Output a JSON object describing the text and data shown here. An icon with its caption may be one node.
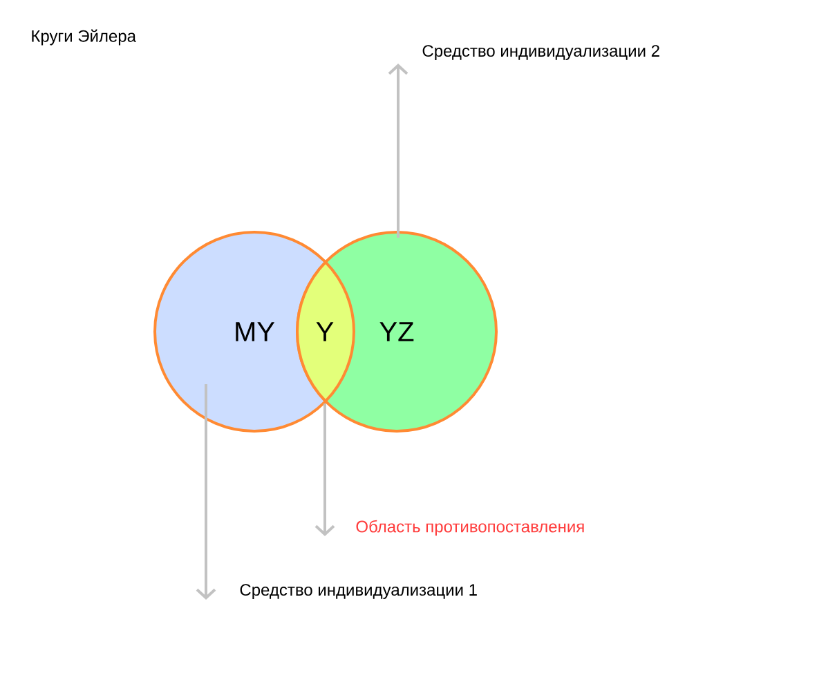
{
  "diagram": {
    "title": "Круги Эйлера",
    "nodes": [
      {
        "text": [
          "MY"
        ]
      },
      {
        "text": [
          "YZ"
        ]
      },
      {
        "text": [
          "Y"
        ]
      },
      {
        "text": [
          "Средство индивидуализации 2"
        ]
      },
      {
        "text": [
          "Область противопоставления"
        ]
      },
      {
        "text": [
          "Средство индивидуализации 1"
        ]
      }
    ],
    "edges": [
      {
        "from": 1,
        "to": 3,
        "arrow": "to"
      },
      {
        "from": 2,
        "to": 4,
        "arrow": "to"
      },
      {
        "from": 0,
        "to": 5,
        "arrow": "to"
      }
    ]
  }
}
